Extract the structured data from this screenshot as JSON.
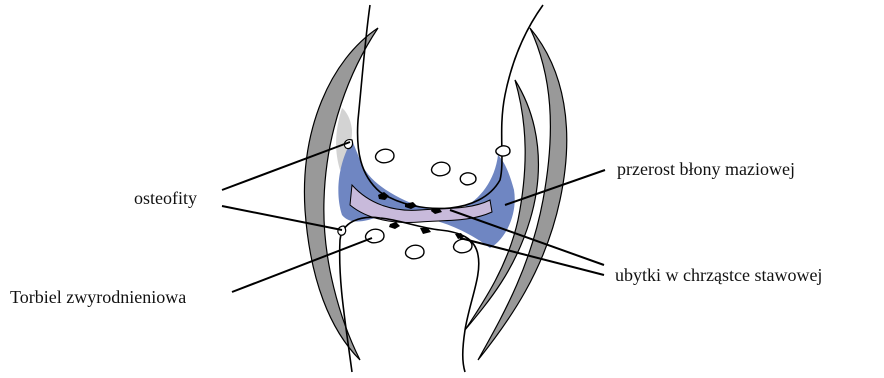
{
  "labels": {
    "osteophytes": "osteofity",
    "synovial_hypertrophy": "przerost błony maziowej",
    "cartilage_defects": "ubytki w chrząstce stawowej",
    "degenerative_cyst": "Torbiel zwyrodnieniowa"
  },
  "colors": {
    "outline": "#000000",
    "capsule": "#999999",
    "synovium": "#6f86c2",
    "cartilage": "#c8badb",
    "osteophyte_shade": "#d3d3d3",
    "background": "#ffffff"
  }
}
